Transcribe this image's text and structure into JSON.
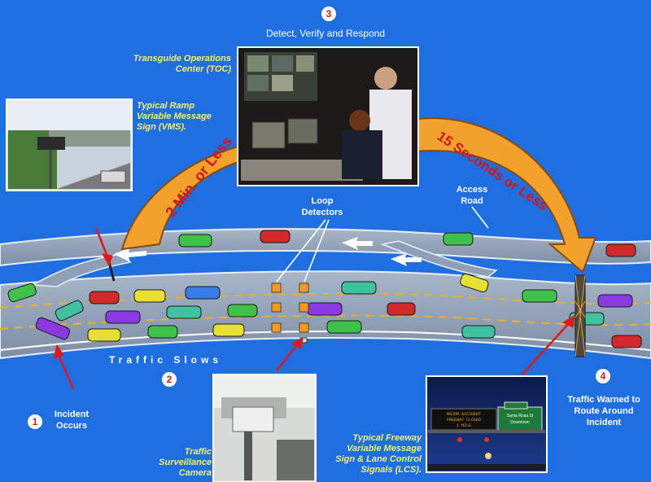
{
  "step3": {
    "number": "3",
    "title": "Detect, Verify and Respond"
  },
  "toc_label": "Transguide Operations Center (TOC)",
  "ramp_vms_label": "Typical Ramp Variable Message Sign (VMS).",
  "arrow_left_text": "2 Min. or Less",
  "arrow_right_text": "15 Seconds or Less",
  "loop_detectors_label": "Loop Detectors",
  "access_road_label": "Access Road",
  "traffic_slows_label": "Traffic Slows",
  "step1": {
    "number": "1",
    "label": "Incident Occurs"
  },
  "step2": {
    "number": "2",
    "label": "Traffic Surveillance Camera"
  },
  "step4": {
    "number": "4",
    "label": "Traffic Warned to Route Around Incident"
  },
  "freeway_vms_label": "Typical Freeway Variable Message Sign & Lane Control Signals (LCS).",
  "vms_sign_text": {
    "line1": "MAJOR ACCIDENT",
    "line2": "FREEWAY CLOSED",
    "line3": "1 MILE"
  },
  "overhead_sign_text": {
    "line1": "Santa Rosa St",
    "line2": "Downtown"
  },
  "colors": {
    "background": "#1f6fe0",
    "road": "#8a9cb3",
    "arrow_fill": "#f2a22c",
    "arrow_text": "#d2141a",
    "label_yellow": "#f4f070"
  }
}
